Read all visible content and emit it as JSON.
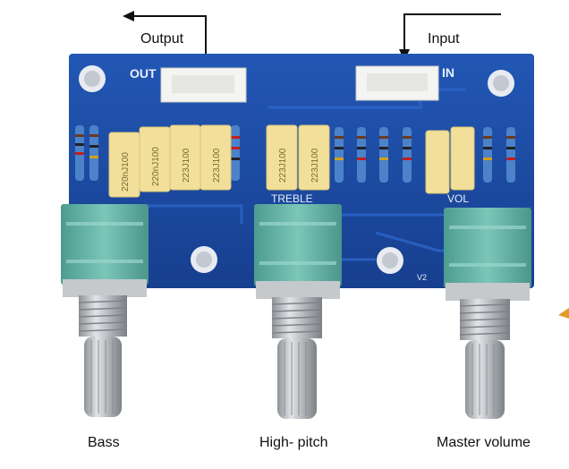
{
  "labels": {
    "output": "Output",
    "input": "Input",
    "bass": "Bass",
    "high_pitch": "High- pitch",
    "master_volume": "Master volume"
  },
  "board": {
    "out_silk": "OUT",
    "in_silk": "IN",
    "treble_silk": "TREBLE",
    "vol_silk": "VOL",
    "version_silk": "V2",
    "capacitor_codes": [
      "220nJ100",
      "220nJ100",
      "223J100",
      "223J100",
      "223J100",
      "223J100"
    ]
  },
  "colors": {
    "board": "#1d4fa8",
    "knob_base": "#6fb8ad",
    "capacitor": "#f2e09a",
    "shaft": "#b9bcc0"
  },
  "icons": [
    "arrow-left-icon",
    "arrow-down-icon"
  ]
}
